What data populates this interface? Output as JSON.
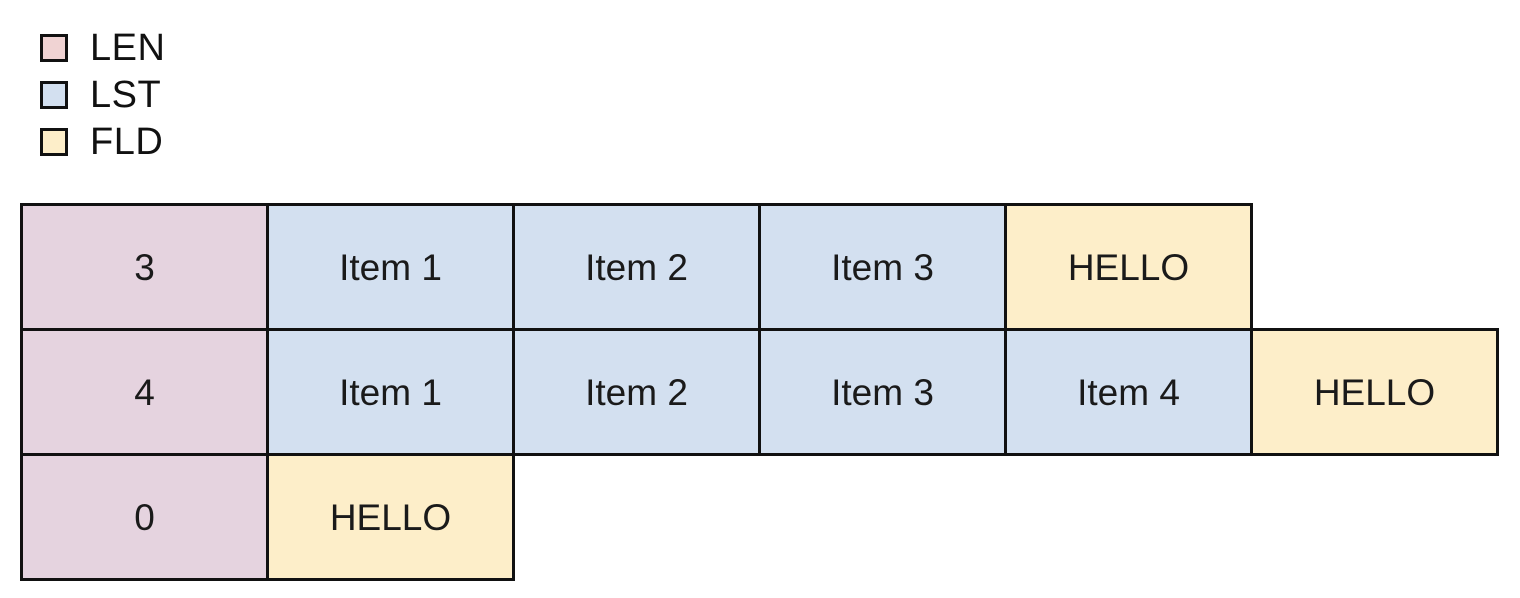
{
  "legend": {
    "items": [
      {
        "key": "LEN",
        "label": "LEN",
        "color": "#f0d3d3",
        "swatch_name": "legend-swatch-len"
      },
      {
        "key": "LST",
        "label": "LST",
        "color": "#d3e0f0",
        "swatch_name": "legend-swatch-lst"
      },
      {
        "key": "FLD",
        "label": "FLD",
        "color": "#fdeec9",
        "swatch_name": "legend-swatch-fld"
      }
    ]
  },
  "colors": {
    "len_fill": "#e5d3df",
    "lst_fill": "#d3e0f0",
    "fld_fill": "#fdeec9",
    "legend_len_fill": "#f0d3d3",
    "border": "#111111",
    "background": "#ffffff",
    "text": "#1a1a1a"
  },
  "table": {
    "rows": [
      {
        "name": "row-len-3",
        "cells": [
          {
            "text": "3",
            "kind": "len"
          },
          {
            "text": "Item 1",
            "kind": "lst"
          },
          {
            "text": "Item 2",
            "kind": "lst"
          },
          {
            "text": "Item 3",
            "kind": "lst"
          },
          {
            "text": "HELLO",
            "kind": "fld"
          }
        ]
      },
      {
        "name": "row-len-4",
        "cells": [
          {
            "text": "4",
            "kind": "len"
          },
          {
            "text": "Item 1",
            "kind": "lst"
          },
          {
            "text": "Item 2",
            "kind": "lst"
          },
          {
            "text": "Item 3",
            "kind": "lst"
          },
          {
            "text": "Item 4",
            "kind": "lst"
          },
          {
            "text": "HELLO",
            "kind": "fld"
          }
        ]
      },
      {
        "name": "row-len-0",
        "cells": [
          {
            "text": "0",
            "kind": "len"
          },
          {
            "text": "HELLO",
            "kind": "fld"
          }
        ]
      }
    ]
  }
}
